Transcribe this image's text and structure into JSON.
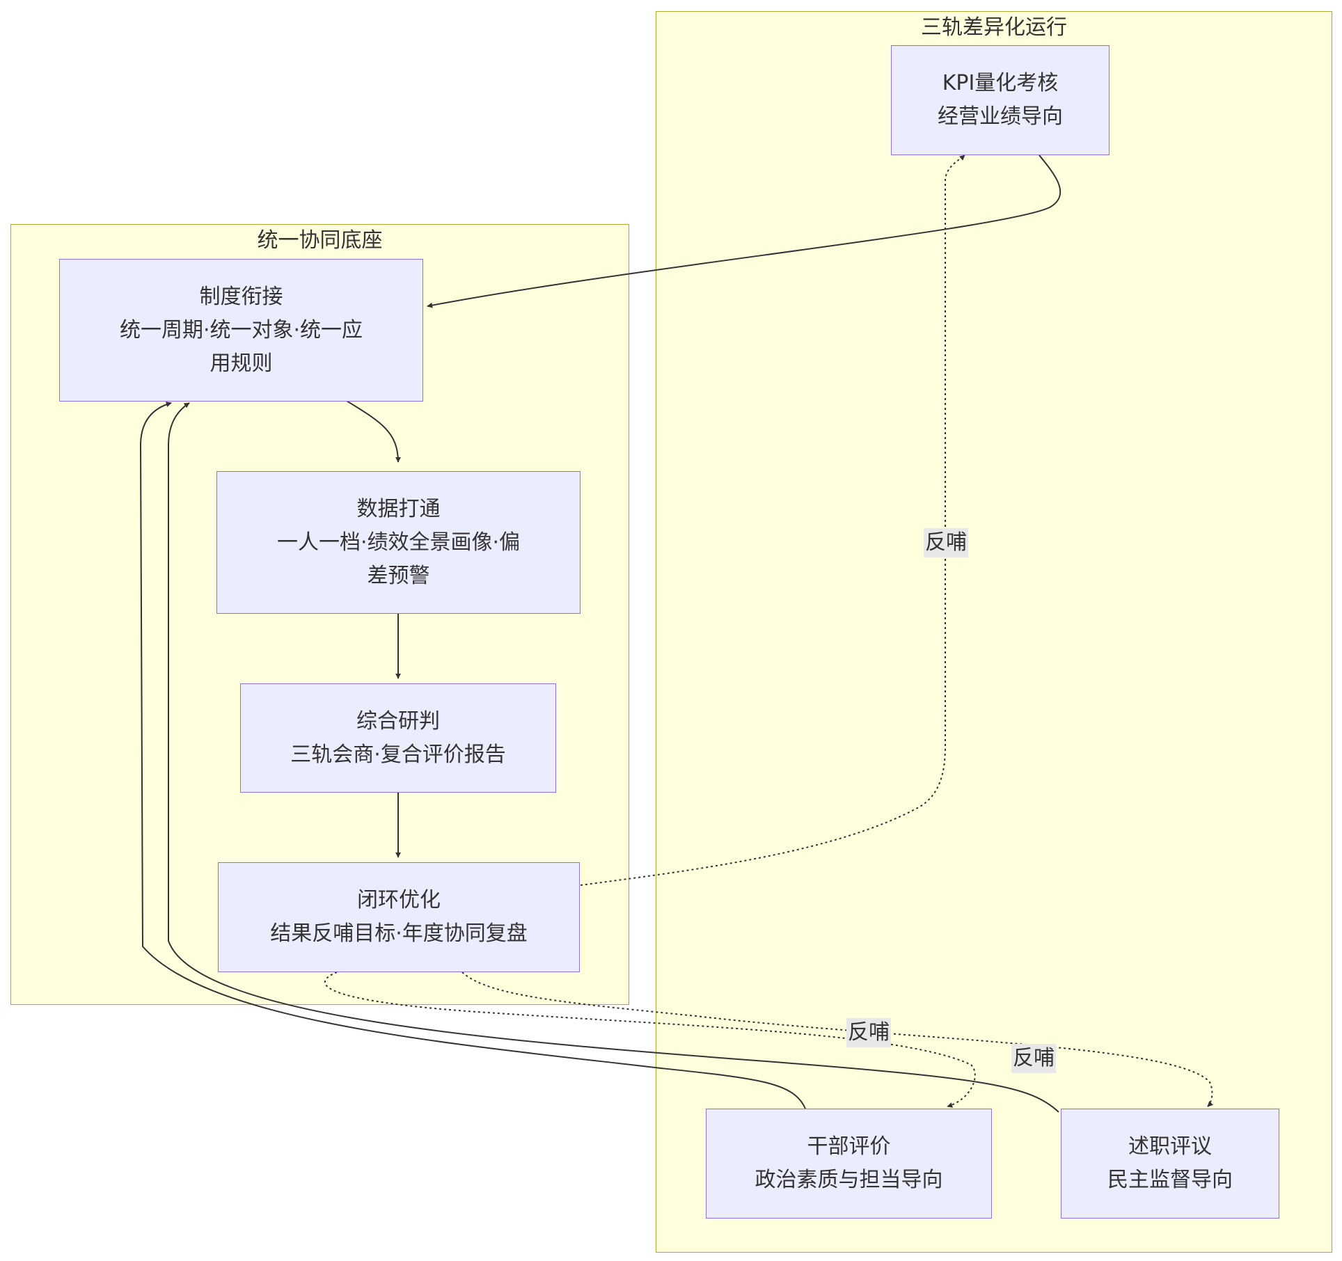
{
  "clusters": {
    "base": {
      "title": "统一协同底座"
    },
    "tracks": {
      "title": "三轨差异化运行"
    }
  },
  "nodes": {
    "system": {
      "line1": "制度衔接",
      "line2": "统一周期·统一对象·统一应",
      "line3": "用规则"
    },
    "data": {
      "line1": "数据打通",
      "line2": "一人一档·绩效全景画像·偏",
      "line3": "差预警"
    },
    "judge": {
      "line1": "综合研判",
      "line2": "三轨会商·复合评价报告"
    },
    "loop": {
      "line1": "闭环优化",
      "line2": "结果反哺目标·年度协同复盘"
    },
    "kpi": {
      "line1": "KPI量化考核",
      "line2": "经营业绩导向"
    },
    "cadre": {
      "line1": "干部评价",
      "line2": "政治素质与担当导向"
    },
    "report": {
      "line1": "述职评议",
      "line2": "民主监督导向"
    }
  },
  "edge_labels": {
    "feedback_kpi": "反哺",
    "feedback_cadre": "反哺",
    "feedback_report": "反哺"
  },
  "colors": {
    "cluster_fill": "#ffffde",
    "cluster_border": "#aaaa33",
    "node_fill": "#ececff",
    "node_border": "#9370db",
    "edge": "#333333",
    "label_bg": "#e8e8e8"
  }
}
